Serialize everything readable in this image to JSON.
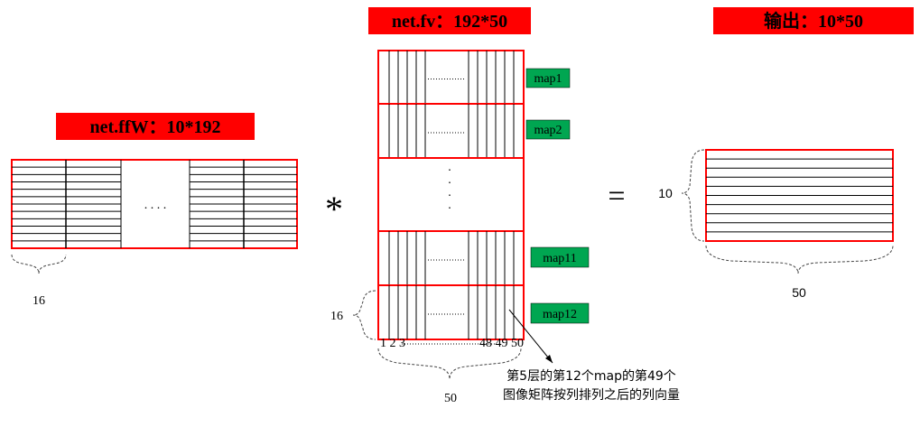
{
  "labels": {
    "fv_title": "net.fv：192*50",
    "ffw_title": "net.ffW：10*192",
    "out_title": "输出：10*50",
    "multiply": "*",
    "equals": "=",
    "maps": [
      "map1",
      "map2",
      "map11",
      "map12"
    ],
    "vdots": ".\n.\n.\n.",
    "hdots": ". . . .",
    "ffw_width": "16",
    "fv_height": "16",
    "fv_width": "50",
    "out_rows": "10",
    "out_cols": "50",
    "col_index_start": "1  2   3",
    "col_index_end": "48 49 50",
    "annotation_line1": "第5层的第12个map的第49个",
    "annotation_line2": "图像矩阵按列排列之后的列向量"
  },
  "colors": {
    "label_bg": "#ff0000",
    "map_bg": "#00a651",
    "matrix_border": "#ff0000",
    "lines": "#000000"
  }
}
